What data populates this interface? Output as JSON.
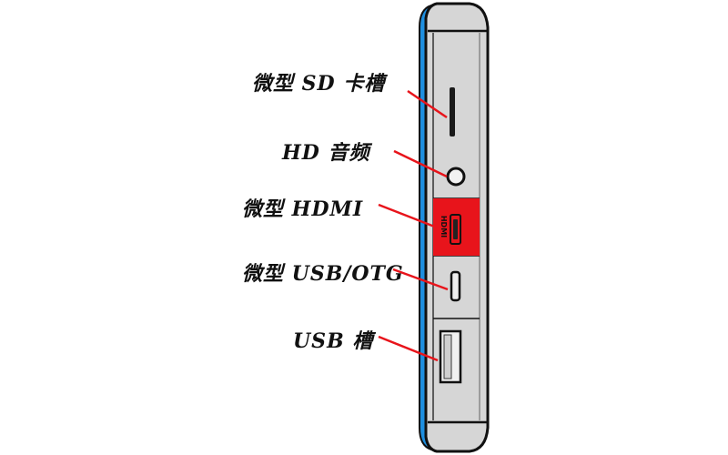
{
  "labels": {
    "micro_sd": "微型  SD 卡槽",
    "hd_audio": "HD 音频",
    "micro_hdmi": "微型 HDMI",
    "micro_usb_otg": "微型 USB/OTG",
    "usb_slot": "USB 槽"
  },
  "hdmi_port_text": "HDMI",
  "colors": {
    "device_body": "#d6d6d6",
    "device_outline": "#111111",
    "side_stripe": "#1e8fe0",
    "hdmi_highlight": "#e8141b",
    "leader_line": "#e8141b",
    "background": "#ffffff"
  }
}
